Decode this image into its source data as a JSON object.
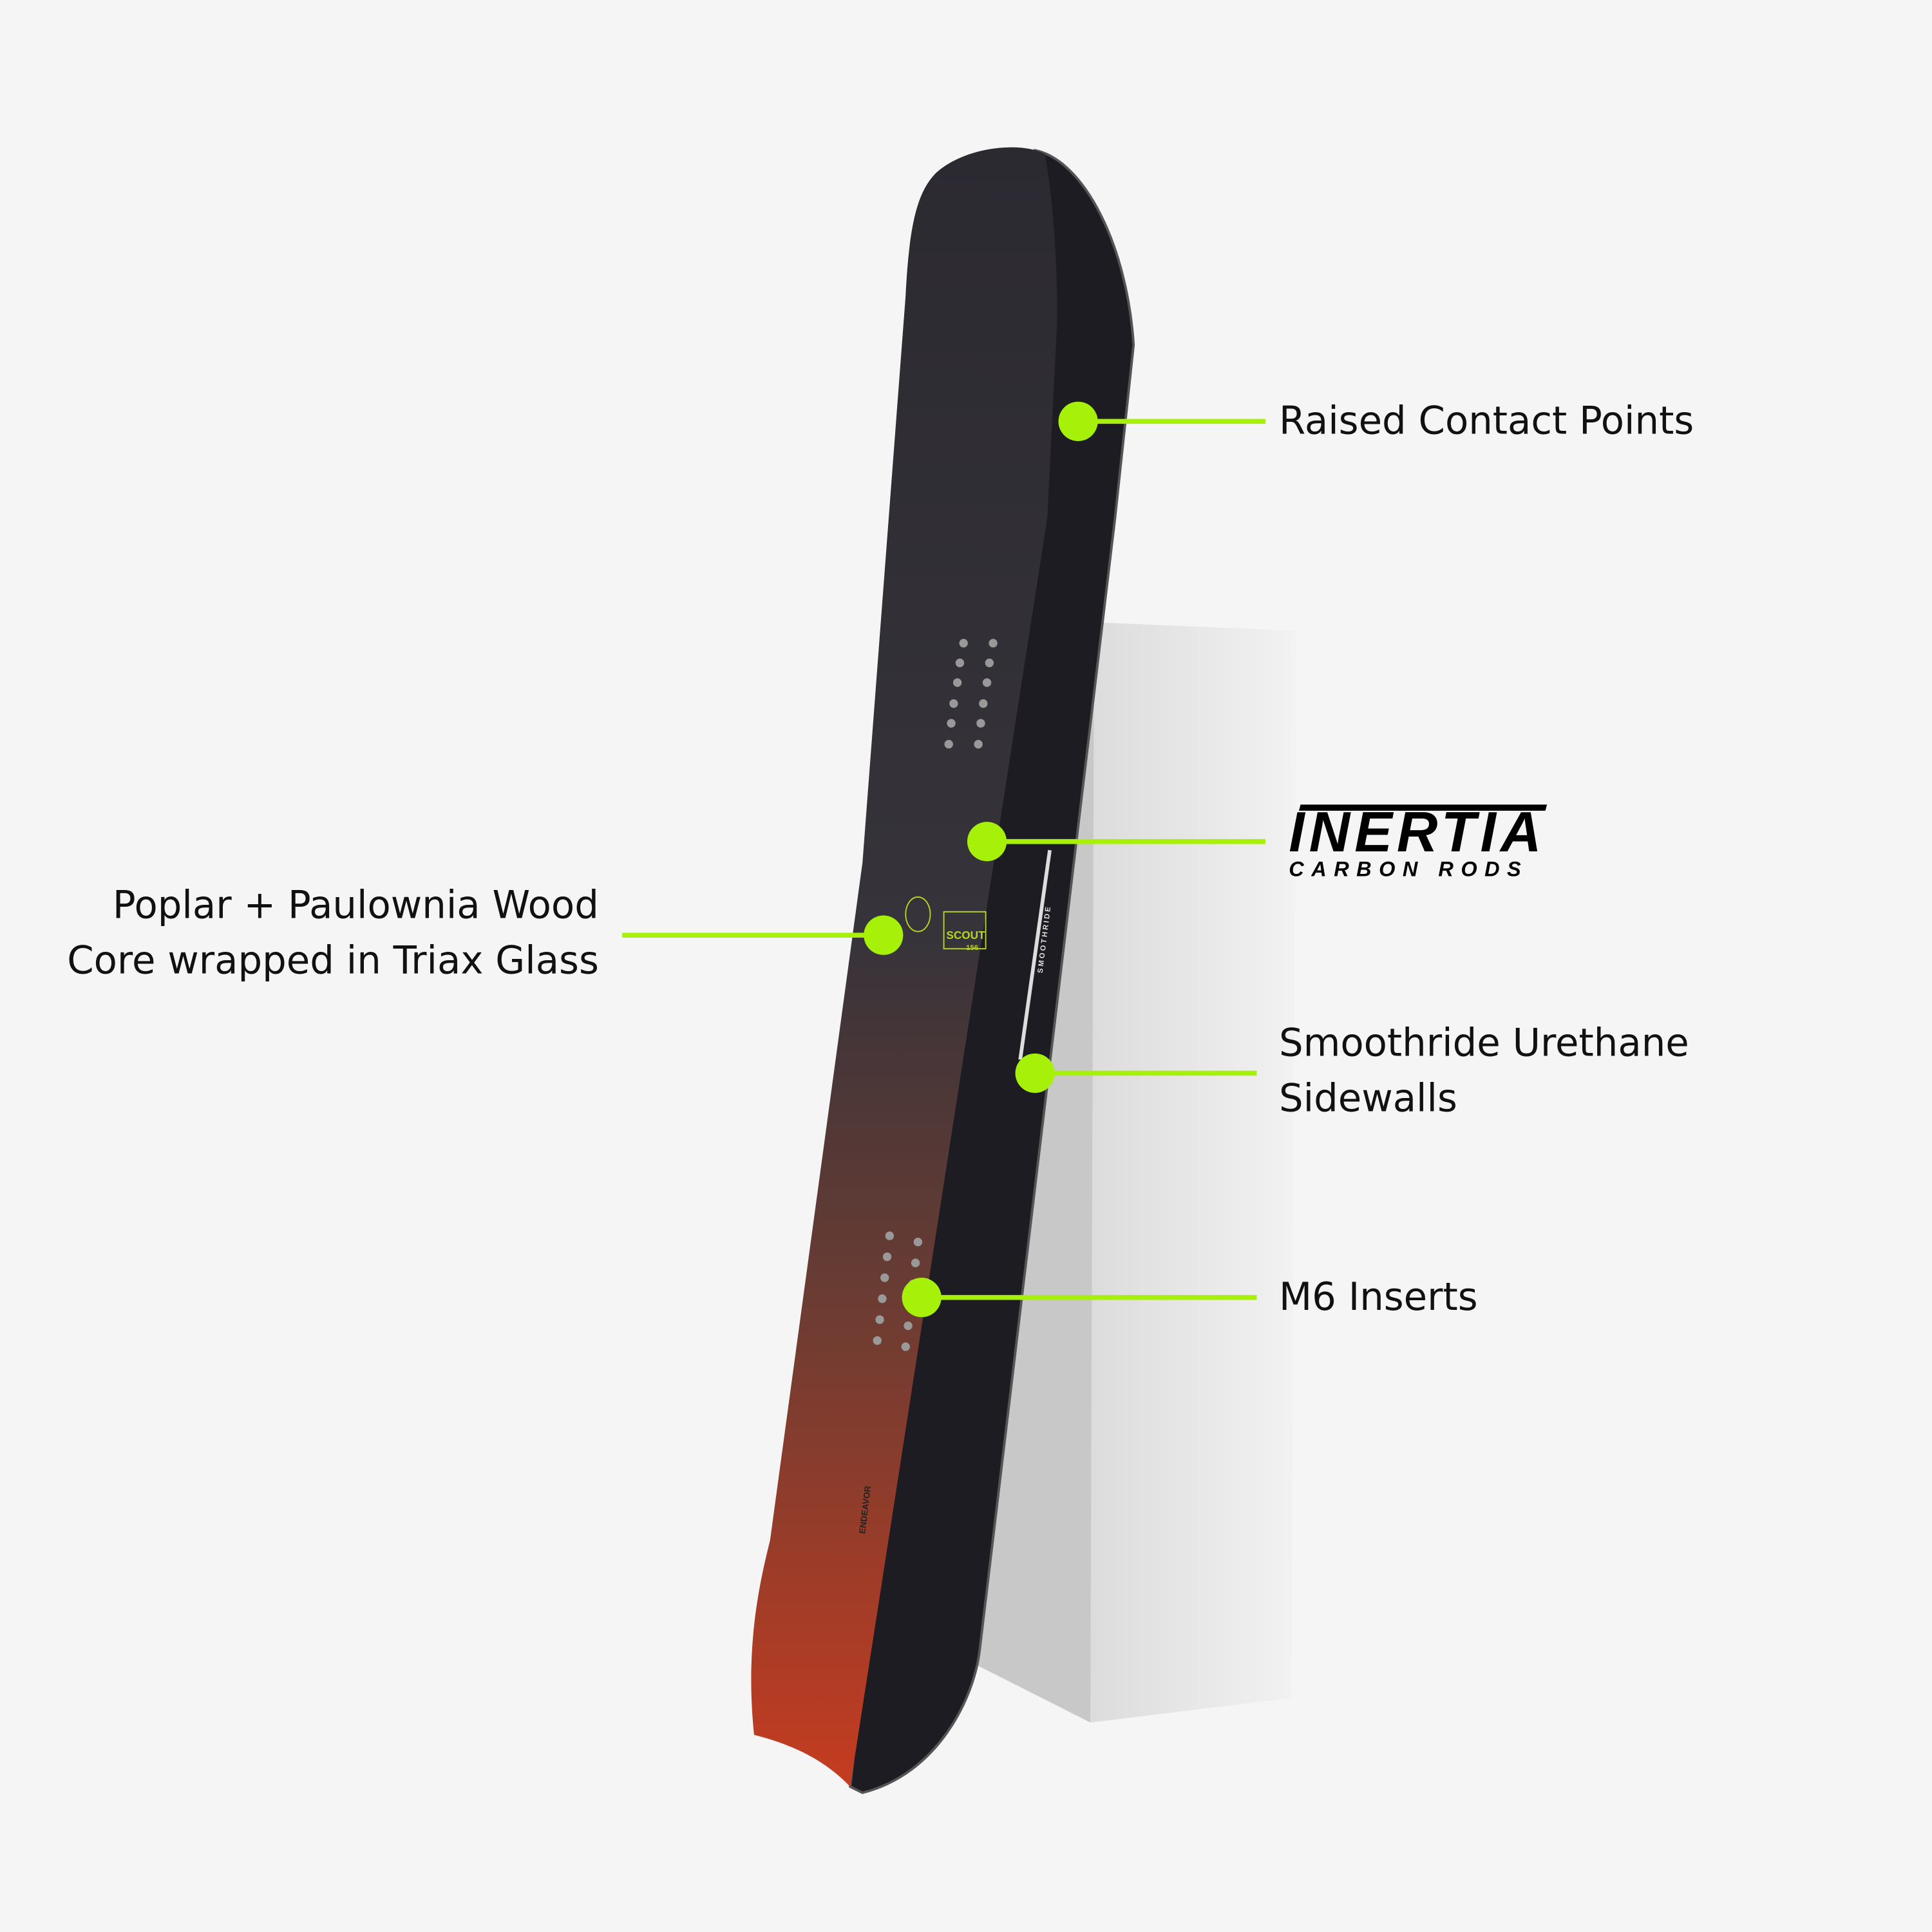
{
  "colors": {
    "accent": "#a6f00a",
    "background": "#f5f5f5",
    "board_top": "#2c2a31",
    "board_tail": "#c23d22"
  },
  "callouts": [
    {
      "id": "raised-contact-points",
      "lines": [
        "Raised Contact Points"
      ]
    },
    {
      "id": "inertia-carbon-rods",
      "logo": {
        "title": "INERTIA",
        "subtitle": "CARBON RODS"
      }
    },
    {
      "id": "core",
      "lines": [
        "Poplar + Paulownia Wood",
        "Core wrapped in Triax Glass"
      ]
    },
    {
      "id": "sidewalls",
      "lines": [
        "Smoothride Urethane",
        "Sidewalls"
      ]
    },
    {
      "id": "inserts",
      "lines": [
        "M6 Inserts"
      ]
    }
  ],
  "board": {
    "model": "SCOUT",
    "size": "156",
    "sidewall_text": "SMOOTHRIDE",
    "brand": "ENDEAVOR"
  }
}
